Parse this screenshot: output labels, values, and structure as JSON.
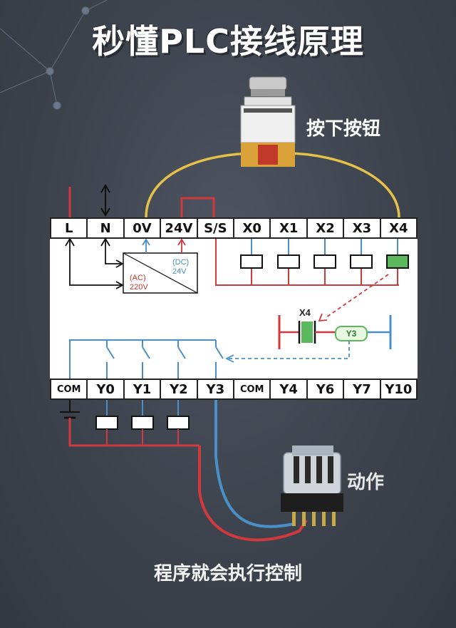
{
  "title": "秒懂PLC接线原理",
  "captions": {
    "press_button": "按下按钮",
    "action": "动作",
    "program_execute": "程序就会执行控制"
  },
  "top_terminals": [
    "L",
    "N",
    "0V",
    "24V",
    "S/S",
    "X0",
    "X1",
    "X2",
    "X3",
    "X4"
  ],
  "bottom_terminals": [
    "COM",
    "Y0",
    "Y1",
    "Y2",
    "Y3",
    "COM",
    "Y4",
    "Y6",
    "Y7",
    "Y10"
  ],
  "power_supply": {
    "ac_line1": "(AC)",
    "ac_line2": "220V",
    "dc_line1": "(DC)",
    "dc_line2": "24V"
  },
  "ladder": {
    "contact": "X4",
    "coil": "Y3"
  },
  "colors": {
    "red_wire": "#d0393e",
    "blue_wire": "#4a90c8",
    "yellow_wire": "#e6c24a",
    "green_active": "#5cb85c"
  }
}
